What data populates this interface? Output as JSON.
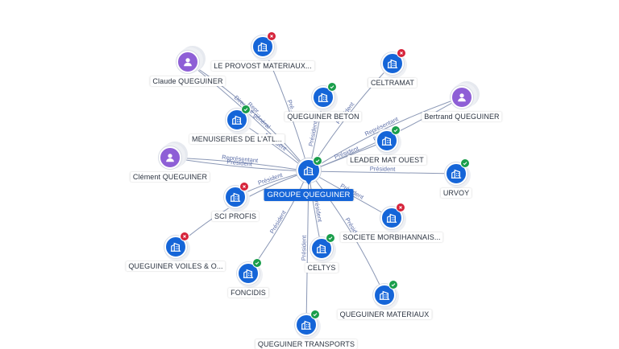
{
  "center": {
    "label": "GROUPE QUEGUINER",
    "icon": "building-icon"
  },
  "nodes": [
    {
      "id": "provost",
      "label": "LE PROVOST MATERIAUX...",
      "type": "company",
      "status": "closed"
    },
    {
      "id": "claude",
      "label": "Claude QUEGUINER",
      "type": "person"
    },
    {
      "id": "celtramat",
      "label": "CELTRAMAT",
      "type": "company",
      "status": "closed"
    },
    {
      "id": "beton",
      "label": "QUEGUINER BETON",
      "type": "company",
      "status": "active"
    },
    {
      "id": "bertrand",
      "label": "Bertrand QUEGUINER",
      "type": "person"
    },
    {
      "id": "menuiseries",
      "label": "MENUISERIES DE L'ATL...",
      "type": "company",
      "status": "active"
    },
    {
      "id": "leader",
      "label": "LEADER MAT OUEST",
      "type": "company",
      "status": "active"
    },
    {
      "id": "clement",
      "label": "Clément QUEGUINER",
      "type": "person"
    },
    {
      "id": "urvoy",
      "label": "URVOY",
      "type": "company",
      "status": "active"
    },
    {
      "id": "sci",
      "label": "SCI PROFIS",
      "type": "company",
      "status": "closed"
    },
    {
      "id": "morbihannais",
      "label": "SOCIETE MORBIHANNAIS...",
      "type": "company",
      "status": "closed"
    },
    {
      "id": "voiles",
      "label": "QUEGUINER VOILES & O...",
      "type": "company",
      "status": "closed"
    },
    {
      "id": "celtys",
      "label": "CELTYS",
      "type": "company",
      "status": "active"
    },
    {
      "id": "foncidis",
      "label": "FONCIDIS",
      "type": "company",
      "status": "active"
    },
    {
      "id": "materiaux",
      "label": "QUEGUINER MATERIAUX",
      "type": "company",
      "status": "active"
    },
    {
      "id": "transports",
      "label": "QUEGUINER TRANSPORTS",
      "type": "company",
      "status": "active"
    }
  ],
  "edge_labels": {
    "president": "Président",
    "pres": "Pré...",
    "representant": "Représentant",
    "directeur": "Directeur général",
    "representant_short": "Repr..."
  },
  "colors": {
    "company": "#1565d8",
    "person": "#8e5fd6",
    "active": "#1a9e4b",
    "closed": "#d6243b",
    "edge": "#8a97b5"
  }
}
